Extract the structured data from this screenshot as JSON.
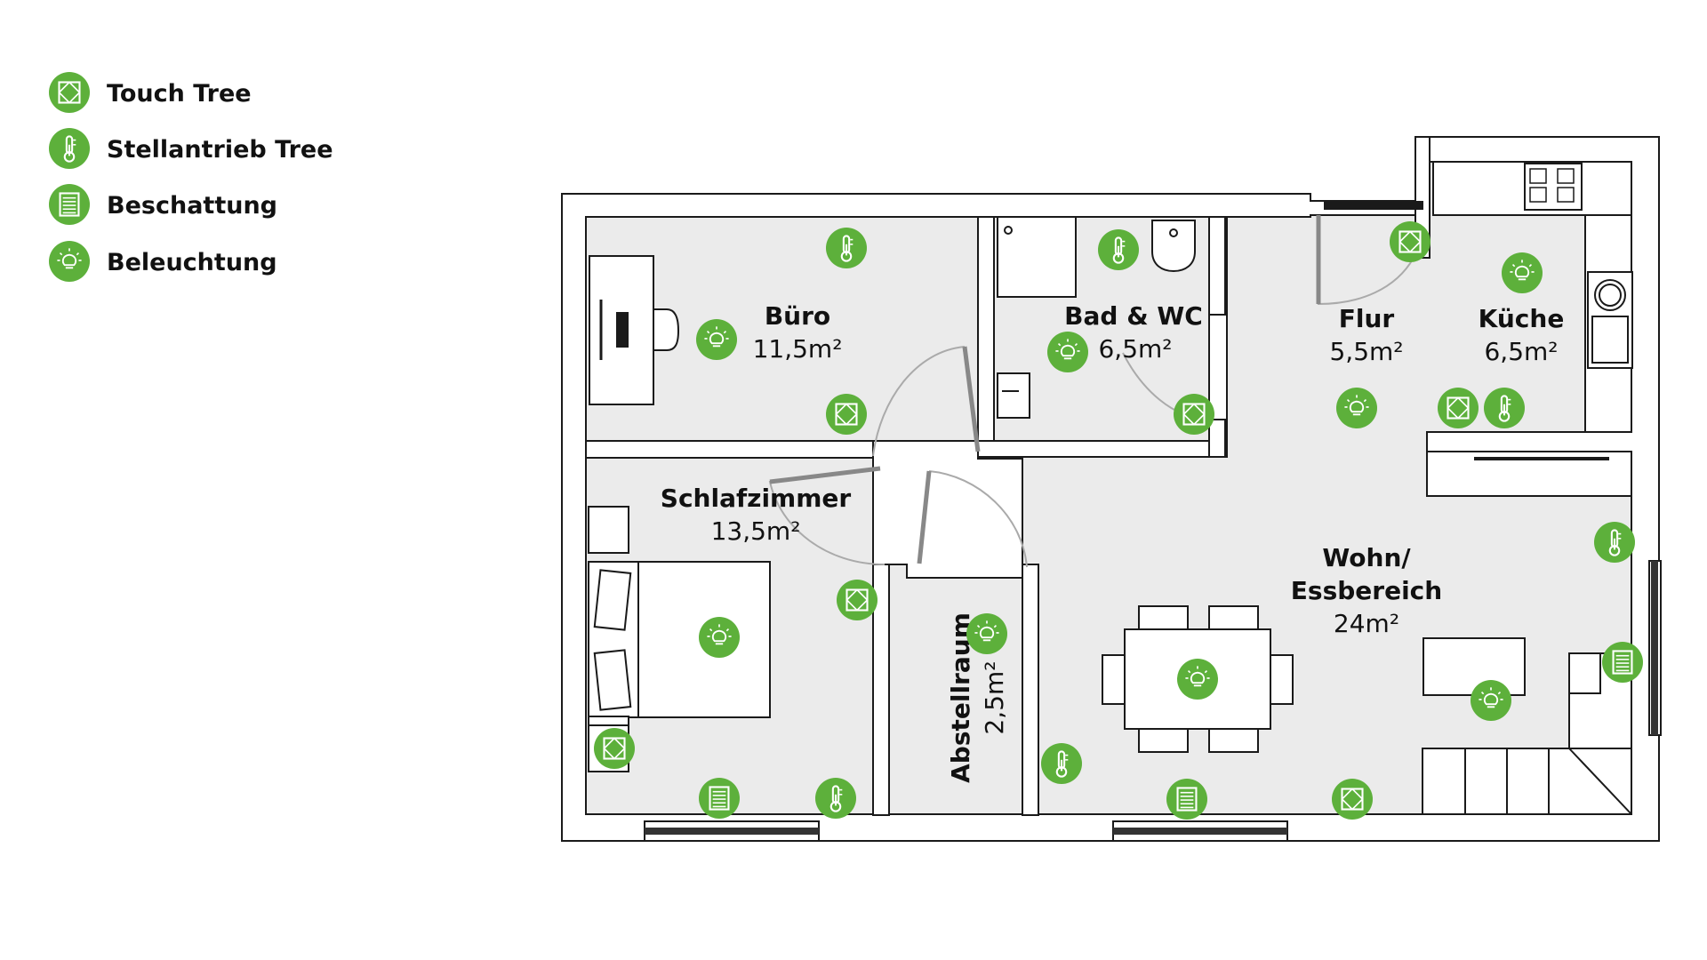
{
  "legend": {
    "items": [
      {
        "icon": "touch-panel-icon",
        "label": "Touch Tree"
      },
      {
        "icon": "thermometer-icon",
        "label": "Stellantrieb Tree"
      },
      {
        "icon": "blind-icon",
        "label": "Beschattung"
      },
      {
        "icon": "light-bulb-icon",
        "label": "Beleuchtung"
      }
    ]
  },
  "rooms": [
    {
      "id": "buero",
      "name": "Büro",
      "area": "11,5m²"
    },
    {
      "id": "bad-wc",
      "name": "Bad & WC",
      "area": "6,5m²"
    },
    {
      "id": "flur",
      "name": "Flur",
      "area": "5,5m²"
    },
    {
      "id": "kueche",
      "name": "Küche",
      "area": "6,5m²"
    },
    {
      "id": "schlafzimmer",
      "name": "Schlafzimmer",
      "area": "13,5m²"
    },
    {
      "id": "abstellraum",
      "name": "Abstellraum",
      "area": "2,5m²"
    },
    {
      "id": "wohn",
      "name": "Wohn/",
      "name2": "Essbereich",
      "area": "24m²"
    }
  ],
  "colors": {
    "marker": "#5db03b",
    "room_floor": "#ebebeb",
    "wall": "#1a1a1a",
    "text": "#111111"
  }
}
